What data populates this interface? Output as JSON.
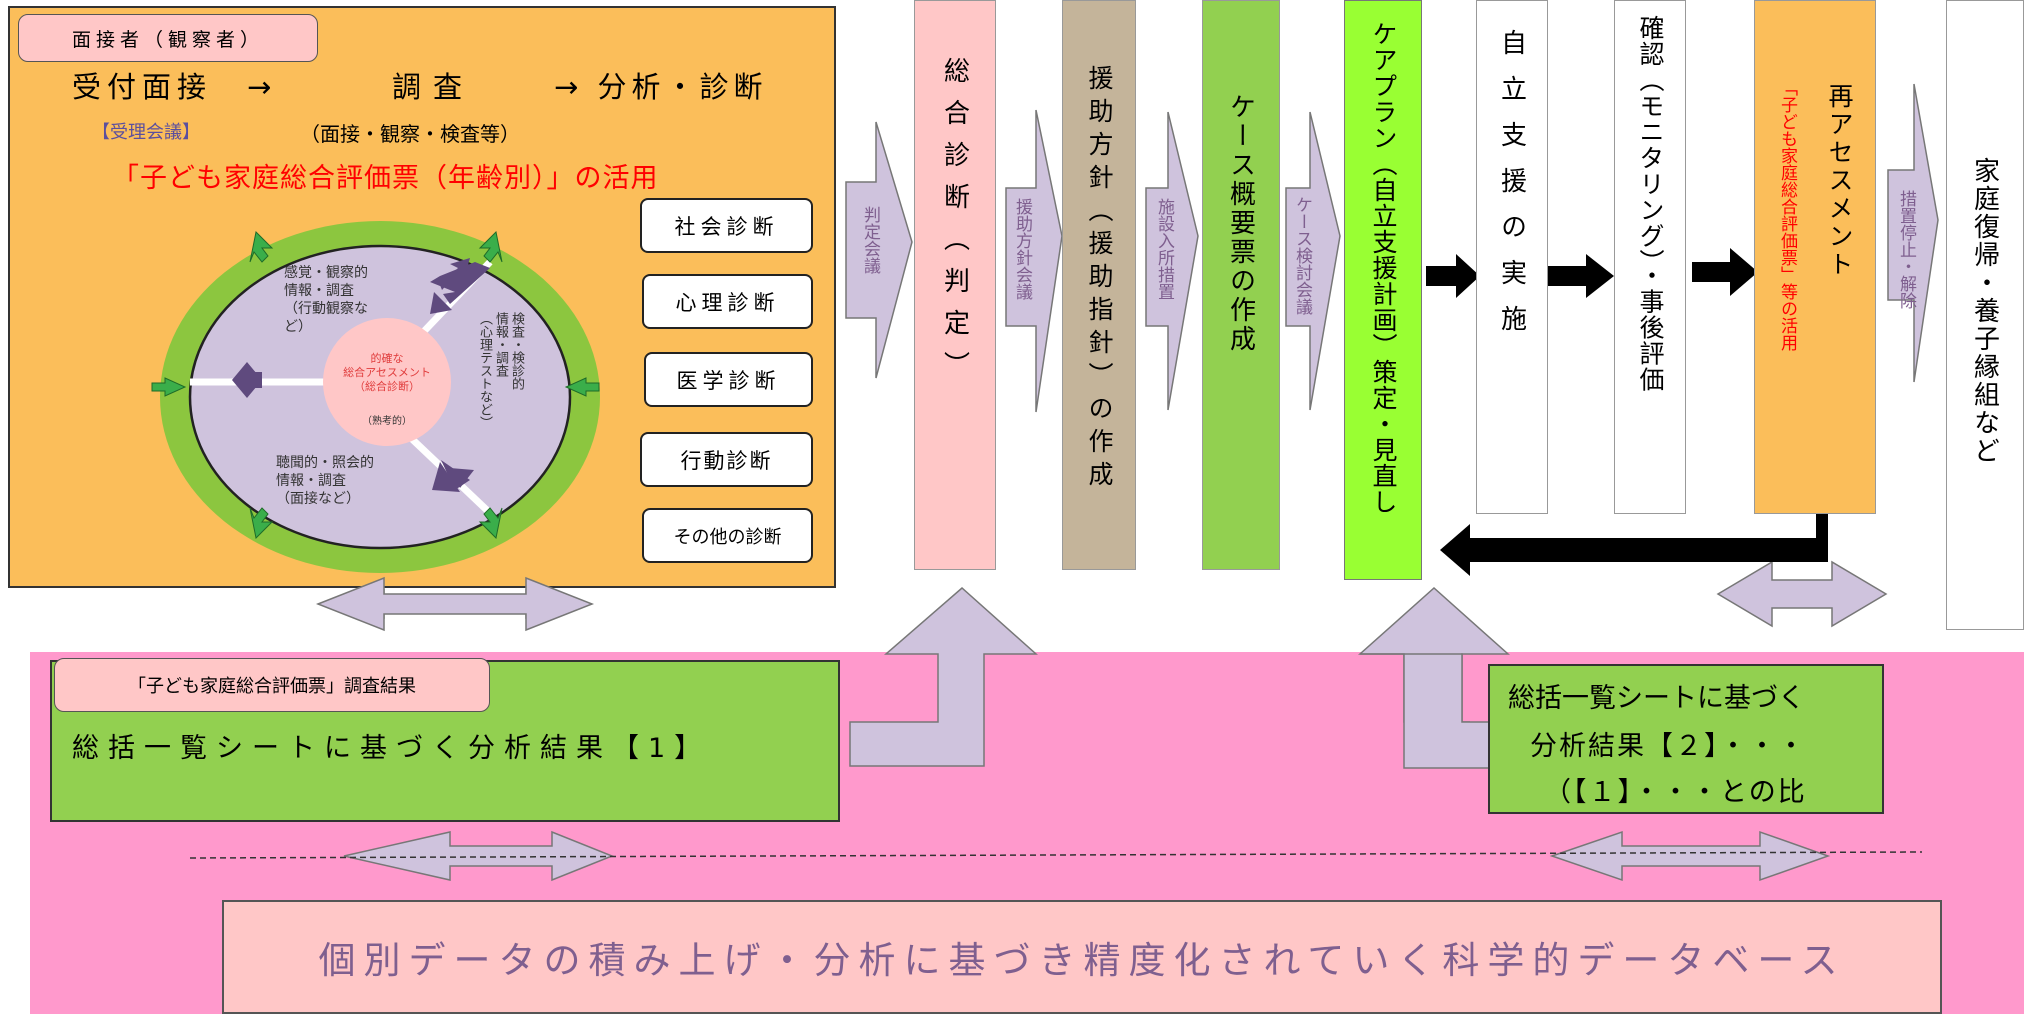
{
  "colors": {
    "orange_panel": "#FBBE5A",
    "pink_label": "#FFC7C7",
    "purple_ellipse": "#CFC3DD",
    "green_ring": "#8CC63F",
    "lavender_arrow": "#CFC3DD",
    "magenta_band": "#FF99CC",
    "green_box": "#92D050",
    "bright_green": "#99FF33",
    "tan": "#C4B49A",
    "red_text": "#FF0000",
    "dark_purple_text": "#7F5F8F"
  },
  "top_panel": {
    "tag": "面接者（観察者）",
    "flow_start": "受付面接　→",
    "flow_mid": "調査",
    "flow_end": "→ 分析・診断",
    "meeting": "【受理会議】",
    "methods": "（面接・観察・検査等）",
    "evaluation_title": "「子ども家庭総合評価票（年齢別）」の活用",
    "ellipse": {
      "upper_left": "感覚・観察的\n情報・調査\n（行動観察な\nど）",
      "right": "検査・検診的\n情報・調査\n（心理テストなど）",
      "lower_left": "聴聞的・照会的\n情報・調査\n（面接など）",
      "center_1": "的確な\n総合アセスメント\n（総合診断）",
      "center_2": "（熟考的）"
    },
    "diagnoses": [
      "社会診断",
      "心理診断",
      "医学診断",
      "行動診断",
      "その他の診断"
    ]
  },
  "flow": {
    "steps": [
      {
        "id": "comprehensive",
        "label": "総合診断（判定）"
      },
      {
        "id": "policy",
        "label": "援助方針（援助指針）の作成"
      },
      {
        "id": "case_summary",
        "label": "ケース概要票の作成"
      },
      {
        "id": "care_plan",
        "label": "ケアプラン（自立支援計画）策定・見直し"
      },
      {
        "id": "support",
        "label": "自立支援の実施"
      },
      {
        "id": "monitoring",
        "label": "確認（モニタリング）・事後評価"
      },
      {
        "id": "reassessment",
        "label": "再アセスメント",
        "note": "「子ども家庭総合評価票」等の活用"
      },
      {
        "id": "end",
        "label": "家庭復帰・養子縁組など"
      }
    ],
    "connectors": [
      "判定会議",
      "援助方針会議",
      "施設入所措置",
      "ケース検討会議",
      "措置停止・解除"
    ]
  },
  "bottom": {
    "result_tag": "「子ども家庭総合評価票」調査結果",
    "result_1": "総括一覧シートに基づく分析結果【1】",
    "result_2_line1": "総括一覧シートに基づく",
    "result_2_line2": "分析結果【２】・・・",
    "result_2_line3": "（【１】・・・との比",
    "database": "個別データの積み上げ・分析に基づき精度化されていく科学的データベース"
  }
}
